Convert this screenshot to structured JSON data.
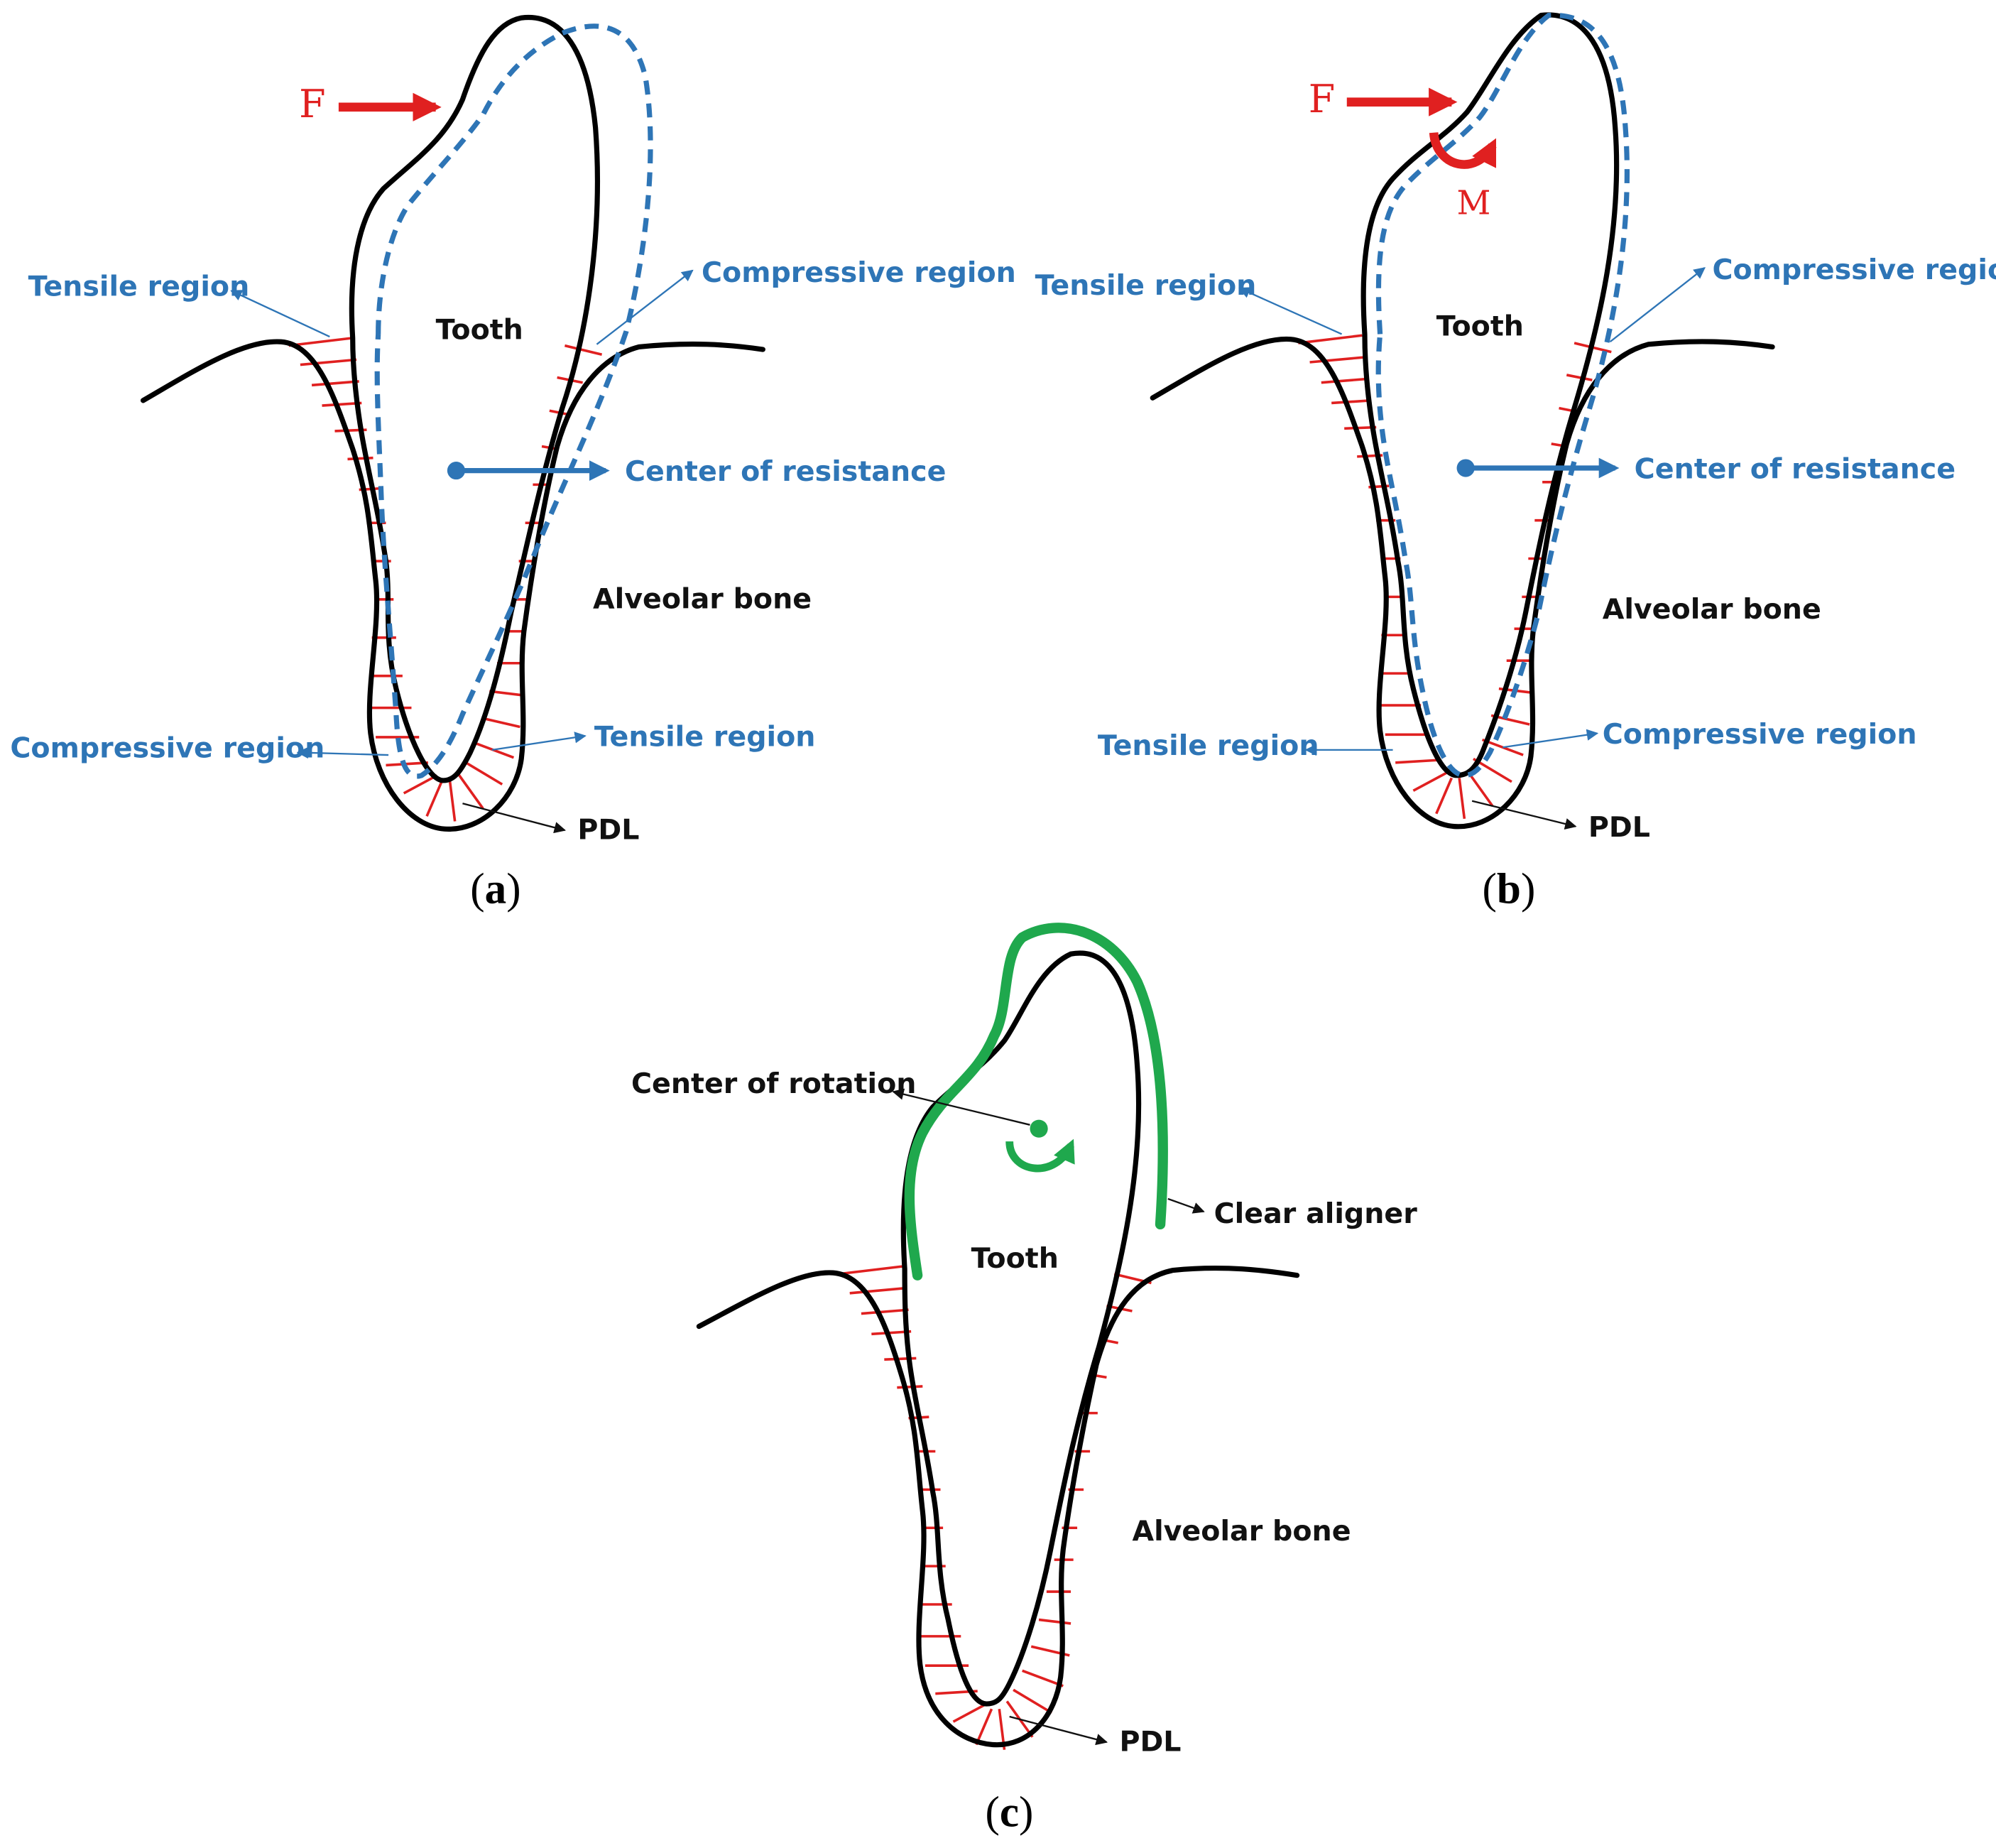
{
  "colors": {
    "red": "#e02020",
    "blue": "#2e75b6",
    "green": "#1fa84d",
    "black": "#000000"
  },
  "panels": {
    "a": {
      "caption": "a",
      "force_label": "F",
      "tooth_label": "Tooth",
      "tensile_top": "Tensile region",
      "compressive_top": "Compressive region",
      "center_resistance": "Center of resistance",
      "alveolar_bone": "Alveolar bone",
      "compressive_bottom": "Compressive region",
      "tensile_bottom": "Tensile region",
      "pdl": "PDL"
    },
    "b": {
      "caption": "b",
      "force_label": "F",
      "moment_label": "M",
      "tooth_label": "Tooth",
      "tensile_top": "Tensile region",
      "compressive_top": "Compressive region",
      "center_resistance": "Center of resistance",
      "alveolar_bone": "Alveolar bone",
      "tensile_bottom": "Tensile region",
      "compressive_bottom": "Compressive region",
      "pdl": "PDL"
    },
    "c": {
      "caption": "c",
      "center_rotation": "Center of rotation",
      "clear_aligner": "Clear aligner",
      "tooth_label": "Tooth",
      "alveolar_bone": "Alveolar bone",
      "pdl": "PDL"
    }
  }
}
